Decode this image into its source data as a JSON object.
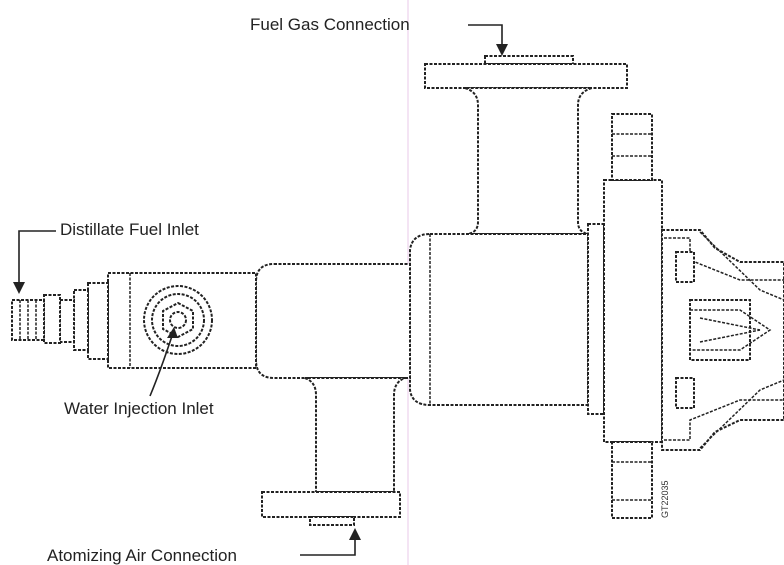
{
  "labels": {
    "fuel_gas": "Fuel Gas Connection",
    "distillate": "Distillate Fuel Inlet",
    "water": "Water Injection Inlet",
    "atomizing_air": "Atomizing Air Connection",
    "drawing_code": "GT22035"
  },
  "colors": {
    "line": "#222222",
    "background": "#ffffff",
    "guide": "#e8c8e8"
  }
}
